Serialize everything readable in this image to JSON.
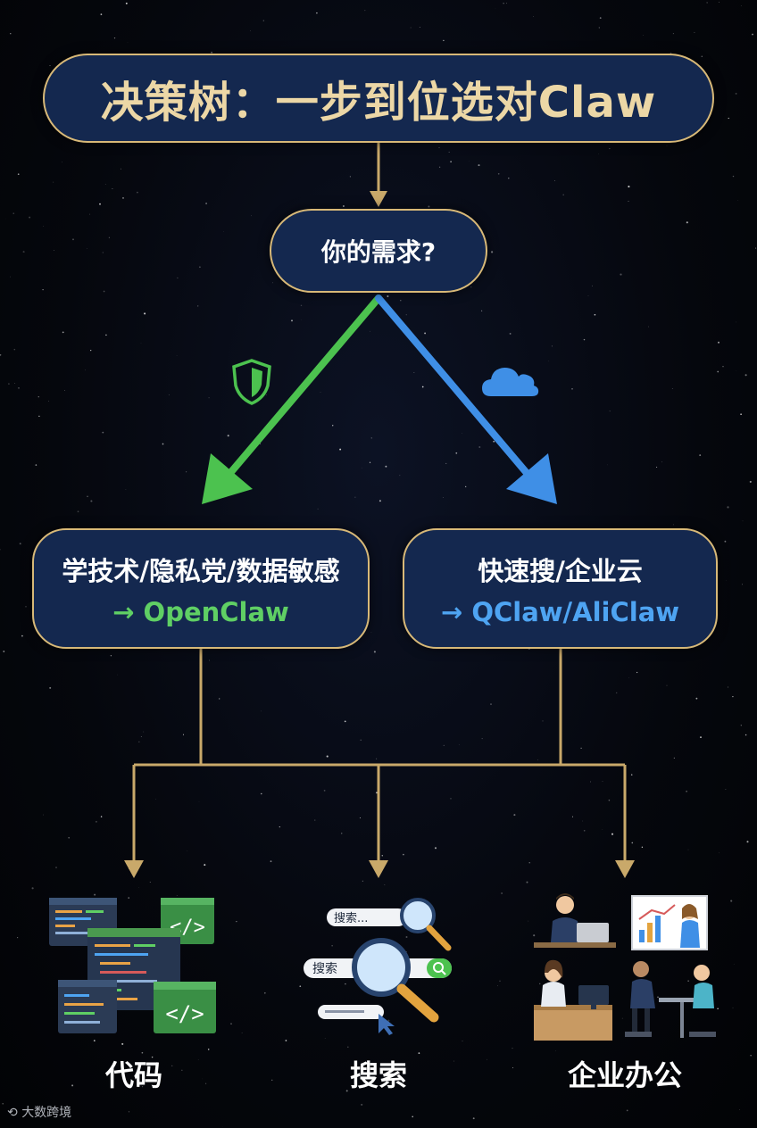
{
  "title": "决策树：一步到位选对Claw",
  "question": "你的需求?",
  "branches": {
    "left": {
      "condition": "学技术/隐私党/数据敏感",
      "result": "→ OpenClaw",
      "color": "#4cc24f",
      "icon": "shield-icon"
    },
    "right": {
      "condition": "快速搜/企业云",
      "result": "→ QClaw/AliClaw",
      "color": "#3f8fe6",
      "icon": "cloud-icon"
    }
  },
  "outcomes": [
    {
      "label": "代码",
      "icon": "code-windows-illustration"
    },
    {
      "label": "搜索",
      "icon": "search-illustration",
      "search_texts": [
        "搜索...",
        "搜索"
      ]
    },
    {
      "label": "企业办公",
      "icon": "office-people-illustration"
    }
  ],
  "watermark": "大数跨境",
  "colors": {
    "node_fill": "#14284f",
    "node_border": "#d8b978",
    "connector": "#c9a96a"
  }
}
